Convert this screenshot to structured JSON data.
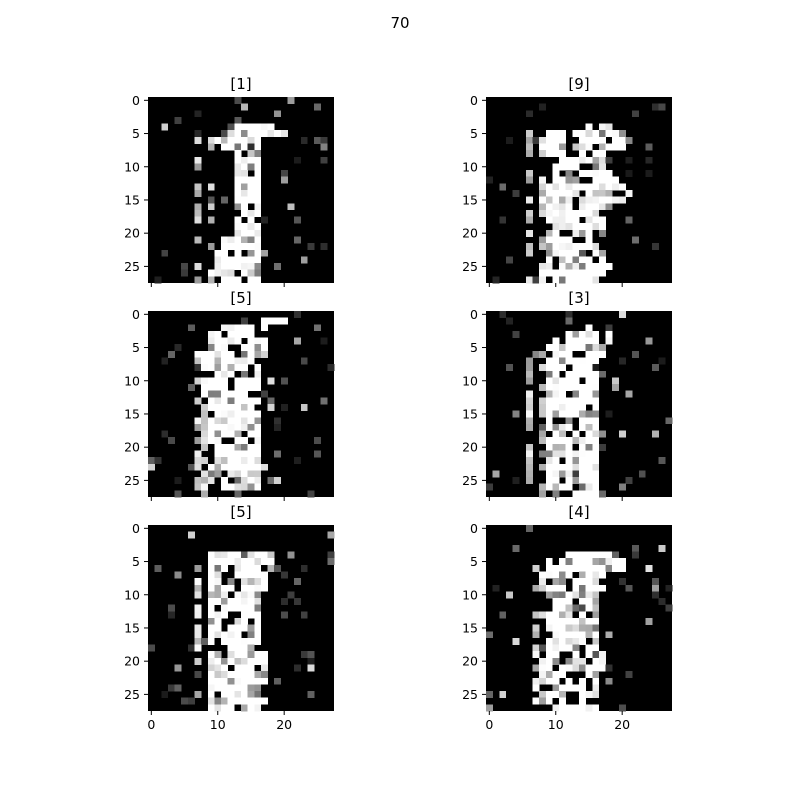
{
  "figure": {
    "title": "70"
  },
  "chart_data": {
    "type": "heatmap",
    "colormap": "gray",
    "grid": false,
    "layout": {
      "rows": 3,
      "cols": 2,
      "sharex": true
    },
    "image_shape": [
      28,
      28
    ],
    "xlim": [
      -0.5,
      27.5
    ],
    "ylim": [
      27.5,
      -0.5
    ],
    "x_ticks": [
      "0",
      "10",
      "20"
    ],
    "y_ticks": [
      "0",
      "5",
      "10",
      "15",
      "20",
      "25"
    ],
    "panels": [
      {
        "title": "[1]",
        "seed": 11,
        "white_spans": [
          [
            4,
            13,
            18
          ],
          [
            5,
            12,
            20
          ],
          [
            6,
            10,
            17
          ],
          [
            7,
            9,
            16
          ],
          [
            8,
            13,
            16
          ],
          [
            9,
            13,
            16
          ],
          [
            10,
            13,
            16
          ],
          [
            11,
            13,
            16
          ],
          [
            12,
            13,
            16
          ],
          [
            13,
            13,
            16
          ],
          [
            14,
            13,
            16
          ],
          [
            15,
            13,
            16
          ],
          [
            16,
            13,
            16
          ],
          [
            17,
            13,
            16
          ],
          [
            18,
            13,
            16
          ],
          [
            19,
            13,
            16
          ],
          [
            20,
            13,
            16
          ],
          [
            21,
            11,
            16
          ],
          [
            22,
            11,
            16
          ],
          [
            23,
            10,
            16
          ],
          [
            24,
            10,
            16
          ],
          [
            25,
            10,
            16
          ],
          [
            26,
            9,
            16
          ],
          [
            27,
            9,
            16
          ]
        ],
        "dot_columns": [
          7,
          9
        ]
      },
      {
        "title": "[9]",
        "seed": 29,
        "white_spans": [
          [
            4,
            15,
            19
          ],
          [
            5,
            9,
            20
          ],
          [
            6,
            9,
            20
          ],
          [
            7,
            8,
            20
          ],
          [
            8,
            9,
            18
          ],
          [
            9,
            10,
            17
          ],
          [
            10,
            10,
            17
          ],
          [
            11,
            9,
            18
          ],
          [
            12,
            10,
            19
          ],
          [
            13,
            9,
            20
          ],
          [
            14,
            9,
            21
          ],
          [
            15,
            8,
            20
          ],
          [
            16,
            9,
            17
          ],
          [
            17,
            9,
            17
          ],
          [
            18,
            9,
            17
          ],
          [
            19,
            9,
            17
          ],
          [
            20,
            9,
            17
          ],
          [
            21,
            9,
            16
          ],
          [
            22,
            9,
            17
          ],
          [
            23,
            9,
            17
          ],
          [
            24,
            9,
            17
          ],
          [
            25,
            9,
            18
          ],
          [
            26,
            8,
            17
          ],
          [
            27,
            8,
            16
          ]
        ],
        "dot_columns": [
          6,
          8
        ]
      },
      {
        "title": "[5]",
        "seed": 47,
        "white_spans": [
          [
            1,
            17,
            20
          ],
          [
            2,
            11,
            17
          ],
          [
            3,
            9,
            17
          ],
          [
            4,
            9,
            17
          ],
          [
            5,
            8,
            17
          ],
          [
            6,
            8,
            16
          ],
          [
            7,
            8,
            16
          ],
          [
            8,
            8,
            16
          ],
          [
            9,
            8,
            16
          ],
          [
            10,
            8,
            16
          ],
          [
            11,
            8,
            16
          ],
          [
            12,
            8,
            15
          ],
          [
            13,
            9,
            16
          ],
          [
            14,
            9,
            16
          ],
          [
            15,
            9,
            16
          ],
          [
            16,
            9,
            16
          ],
          [
            17,
            9,
            16
          ],
          [
            18,
            9,
            16
          ],
          [
            19,
            9,
            16
          ],
          [
            20,
            9,
            16
          ],
          [
            21,
            9,
            16
          ],
          [
            22,
            9,
            16
          ],
          [
            23,
            9,
            16
          ],
          [
            24,
            9,
            16
          ],
          [
            25,
            9,
            16
          ],
          [
            26,
            10,
            16
          ]
        ],
        "dot_columns": [
          7,
          8
        ]
      },
      {
        "title": "[3]",
        "seed": 63,
        "white_spans": [
          [
            2,
            15,
            18
          ],
          [
            3,
            12,
            18
          ],
          [
            4,
            9,
            18
          ],
          [
            5,
            9,
            17
          ],
          [
            6,
            9,
            17
          ],
          [
            7,
            9,
            16
          ],
          [
            8,
            9,
            16
          ],
          [
            9,
            9,
            16
          ],
          [
            10,
            9,
            16
          ],
          [
            11,
            9,
            16
          ],
          [
            12,
            9,
            16
          ],
          [
            13,
            9,
            16
          ],
          [
            14,
            9,
            16
          ],
          [
            15,
            9,
            16
          ],
          [
            16,
            9,
            16
          ],
          [
            17,
            9,
            16
          ],
          [
            18,
            9,
            16
          ],
          [
            19,
            9,
            16
          ],
          [
            20,
            9,
            16
          ],
          [
            21,
            9,
            16
          ],
          [
            22,
            9,
            16
          ],
          [
            23,
            9,
            16
          ],
          [
            24,
            9,
            16
          ],
          [
            25,
            9,
            16
          ],
          [
            26,
            9,
            16
          ],
          [
            27,
            9,
            16
          ]
        ],
        "dot_columns": [
          6,
          8
        ]
      },
      {
        "title": "[5]",
        "seed": 81,
        "white_spans": [
          [
            4,
            9,
            18
          ],
          [
            5,
            9,
            18
          ],
          [
            6,
            9,
            18
          ],
          [
            7,
            9,
            17
          ],
          [
            8,
            9,
            17
          ],
          [
            9,
            9,
            17
          ],
          [
            10,
            9,
            16
          ],
          [
            11,
            9,
            16
          ],
          [
            12,
            9,
            16
          ],
          [
            13,
            9,
            16
          ],
          [
            14,
            9,
            16
          ],
          [
            15,
            9,
            16
          ],
          [
            16,
            9,
            16
          ],
          [
            17,
            9,
            16
          ],
          [
            18,
            9,
            16
          ],
          [
            19,
            9,
            17
          ],
          [
            20,
            9,
            17
          ],
          [
            21,
            9,
            17
          ],
          [
            22,
            9,
            17
          ],
          [
            23,
            9,
            17
          ],
          [
            24,
            9,
            16
          ],
          [
            25,
            9,
            16
          ],
          [
            26,
            9,
            17
          ],
          [
            27,
            9,
            17
          ]
        ],
        "dot_columns": [
          7,
          9
        ]
      },
      {
        "title": "[4]",
        "seed": 97,
        "white_spans": [
          [
            4,
            12,
            18
          ],
          [
            5,
            9,
            20
          ],
          [
            6,
            9,
            20
          ],
          [
            7,
            9,
            17
          ],
          [
            8,
            9,
            17
          ],
          [
            9,
            9,
            17
          ],
          [
            10,
            9,
            16
          ],
          [
            11,
            9,
            16
          ],
          [
            12,
            9,
            16
          ],
          [
            13,
            9,
            16
          ],
          [
            14,
            9,
            16
          ],
          [
            15,
            9,
            16
          ],
          [
            16,
            9,
            16
          ],
          [
            17,
            9,
            16
          ],
          [
            18,
            9,
            16
          ],
          [
            19,
            9,
            17
          ],
          [
            20,
            9,
            17
          ],
          [
            21,
            9,
            17
          ],
          [
            22,
            9,
            16
          ],
          [
            23,
            9,
            16
          ],
          [
            24,
            9,
            16
          ],
          [
            25,
            9,
            16
          ],
          [
            26,
            9,
            16
          ],
          [
            27,
            9,
            16
          ]
        ],
        "dot_columns": [
          7,
          8
        ]
      }
    ]
  }
}
